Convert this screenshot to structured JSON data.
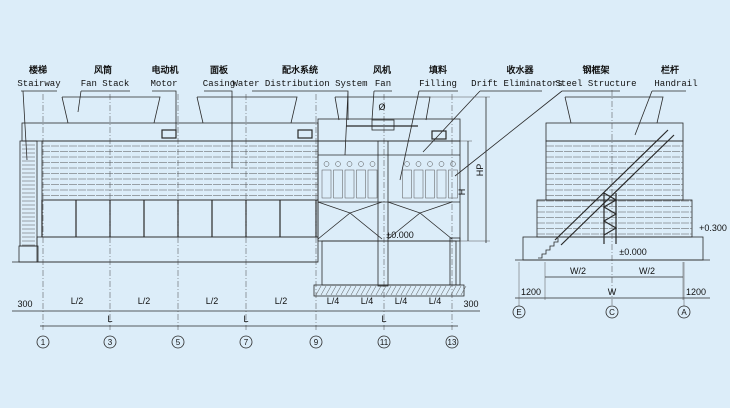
{
  "labels": [
    {
      "cn": "楼梯",
      "en": "Stairway"
    },
    {
      "cn": "风筒",
      "en": "Fan Stack"
    },
    {
      "cn": "电动机",
      "en": "Motor"
    },
    {
      "cn": "面板",
      "en": "Casing"
    },
    {
      "cn": "配水系统",
      "en": "Water Distribution System"
    },
    {
      "cn": "风机",
      "en": "Fan"
    },
    {
      "cn": "填料",
      "en": "Filling"
    },
    {
      "cn": "收水器",
      "en": "Drift Eliminators"
    },
    {
      "cn": "钢框架",
      "en": "Steel Structure"
    },
    {
      "cn": "栏杆",
      "en": "Handrail"
    }
  ],
  "dimensions": {
    "edge": "300",
    "half": "L/2",
    "quarter": "L/4",
    "full": "L",
    "height": "H",
    "total_height": "HP",
    "diameter": "Ø",
    "level_zero": "±0.000",
    "level_raised": "+0.300",
    "width_half": "W/2",
    "width": "W",
    "side": "1200"
  },
  "axes_front": [
    "1",
    "3",
    "5",
    "7",
    "9",
    "11",
    "13"
  ],
  "axes_side": [
    "E",
    "C",
    "A"
  ]
}
